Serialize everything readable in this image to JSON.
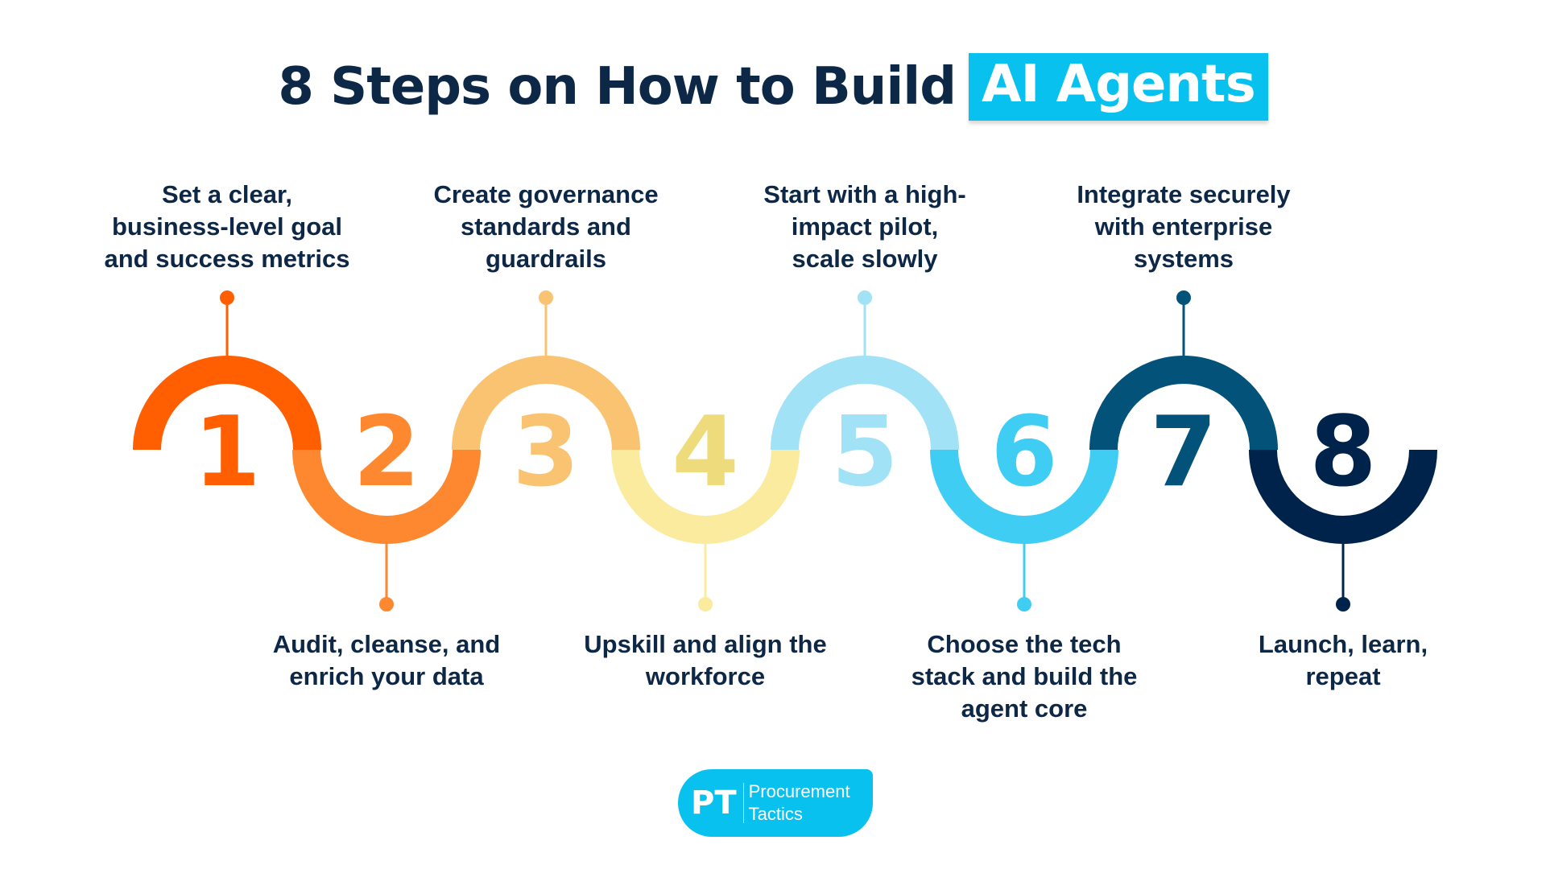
{
  "title": {
    "main": "8 Steps on How to Build",
    "highlight": "AI Agents"
  },
  "colors": {
    "text": "#0d2747",
    "highlight_bg": "#08c1ee"
  },
  "steps": [
    {
      "number": "1",
      "lines": [
        "Set a clear,",
        "business-level goal",
        "and success metrics"
      ],
      "color": "#ff5f00",
      "num_color": "#ff5f00",
      "position": "top"
    },
    {
      "number": "2",
      "lines": [
        "Audit, cleanse, and",
        "enrich your data"
      ],
      "color": "#fd882f",
      "num_color": "#fd882f",
      "position": "bottom"
    },
    {
      "number": "3",
      "lines": [
        "Create governance",
        "standards and",
        "guardrails"
      ],
      "color": "#fac371",
      "num_color": "#fac371",
      "position": "top"
    },
    {
      "number": "4",
      "lines": [
        "Upskill and align the",
        "workforce"
      ],
      "color": "#faeb9f",
      "num_color": "#eedc7c",
      "position": "bottom"
    },
    {
      "number": "5",
      "lines": [
        "Start with a high-",
        "impact pilot,",
        "scale slowly"
      ],
      "color": "#a2e2f7",
      "num_color": "#a2e2f7",
      "position": "top"
    },
    {
      "number": "6",
      "lines": [
        "Choose the tech",
        "stack and build the",
        "agent core"
      ],
      "color": "#40cdf3",
      "num_color": "#40cdf3",
      "position": "bottom"
    },
    {
      "number": "7",
      "lines": [
        "Integrate securely",
        "with enterprise",
        "systems"
      ],
      "color": "#03527a",
      "num_color": "#03527a",
      "position": "top"
    },
    {
      "number": "8",
      "lines": [
        "Launch, learn,",
        "repeat"
      ],
      "color": "#00234b",
      "num_color": "#00234b",
      "position": "bottom"
    }
  ],
  "logo": {
    "mark": "PT",
    "name_line1": "Procurement",
    "name_line2": "Tactics"
  }
}
